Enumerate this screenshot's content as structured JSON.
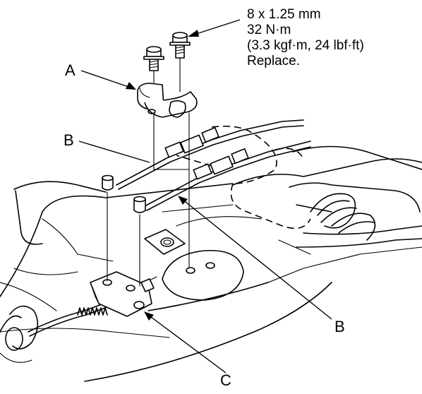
{
  "labels": {
    "a": "A",
    "b_upper": "B",
    "b_lower": "B",
    "c": "C"
  },
  "spec": {
    "size": "8 x 1.25 mm",
    "torque_nm": "32 N·m",
    "torque_alt": "(3.3 kgf·m, 24 lbf·ft)",
    "note": "Replace."
  }
}
